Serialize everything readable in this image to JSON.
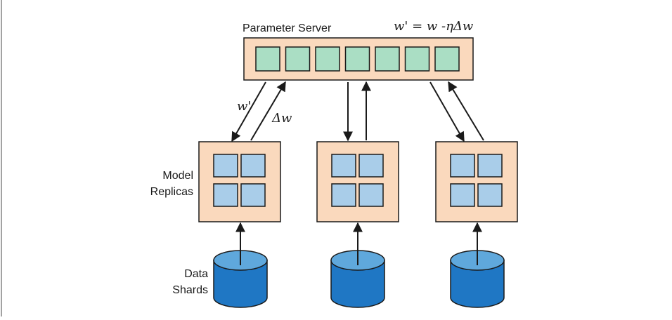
{
  "diagram": {
    "parameter_server": {
      "label": "Parameter Server",
      "update_rule": "w' = w -ηΔw",
      "cell_count": 7
    },
    "arrow_labels": {
      "down": "w'",
      "up": "Δw"
    },
    "model_replicas": {
      "label_line1": "Model",
      "label_line2": "Replicas",
      "count": 3,
      "cells_per_replica": 4
    },
    "data_shards": {
      "label_line1": "Data",
      "label_line2": "Shards",
      "count": 3
    },
    "colors": {
      "server_fill": "#fad9bd",
      "server_cell": "#aadec4",
      "replica_fill": "#fad9bd",
      "replica_cell": "#a9cde9",
      "shard_fill": "#1f77c4",
      "shard_top": "#5fa8dc",
      "border": "#1a1a1a"
    }
  }
}
